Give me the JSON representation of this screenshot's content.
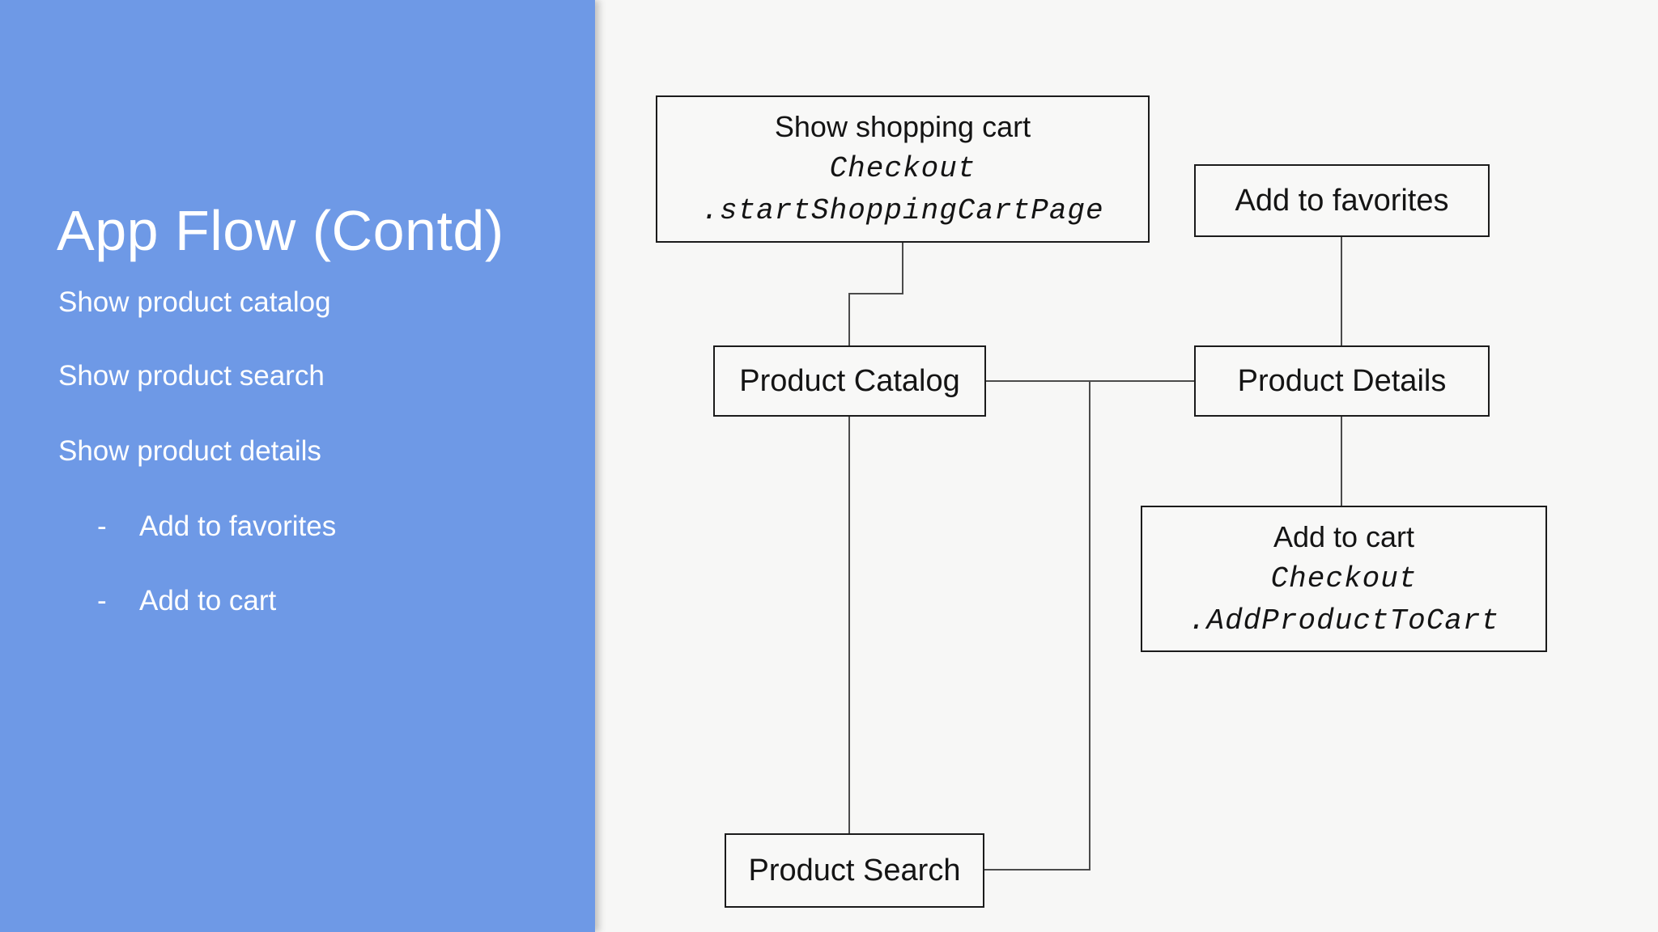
{
  "slide": {
    "panel": {
      "title": "App Flow (Contd)",
      "items": [
        {
          "label": "Show product catalog"
        },
        {
          "label": "Show product search"
        },
        {
          "label": "Show product details"
        },
        {
          "label": "Add to favorites",
          "bullet": "-"
        },
        {
          "label": "Add to cart",
          "bullet": "-"
        }
      ]
    },
    "diagram": {
      "nodes": [
        {
          "id": "show-shopping-cart",
          "title": "Show shopping cart",
          "code": [
            "Checkout",
            ".startShoppingCartPage"
          ]
        },
        {
          "id": "add-to-favorites",
          "title": "Add to favorites"
        },
        {
          "id": "product-catalog",
          "title": "Product Catalog"
        },
        {
          "id": "product-details",
          "title": "Product Details"
        },
        {
          "id": "add-to-cart",
          "title": "Add to cart",
          "code": [
            "Checkout",
            ".AddProductToCart"
          ]
        },
        {
          "id": "product-search",
          "title": "Product Search"
        }
      ],
      "edges": [
        {
          "from": "show-shopping-cart",
          "to": "product-catalog",
          "style": "stepped"
        },
        {
          "from": "add-to-favorites",
          "to": "product-details",
          "style": "straight"
        },
        {
          "from": "product-catalog",
          "to": "product-details",
          "style": "straight"
        },
        {
          "from": "product-catalog",
          "to": "product-search",
          "style": "straight"
        },
        {
          "from": "product-details",
          "to": "add-to-cart",
          "style": "straight"
        },
        {
          "from": "product-search",
          "to": "product-details",
          "style": "joins catalog-details connector at junction"
        }
      ]
    },
    "colors": {
      "panel_blue": "#6e99e6",
      "background": "#f7f7f6",
      "node_fill": "#f8f8f7",
      "node_border": "#1b1b1b",
      "connector": "#4b4b4b",
      "panel_text": "#ffffff",
      "node_text": "#141414"
    }
  }
}
